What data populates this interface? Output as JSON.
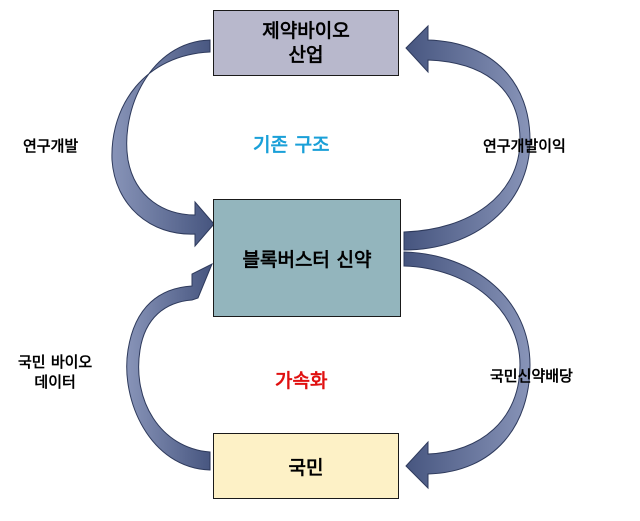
{
  "boxes": {
    "top": {
      "line1": "제약바이오",
      "line2": "산업",
      "fill": "#b8b8cc"
    },
    "center": {
      "text": "블록버스터 신약",
      "fill": "#93b5bd"
    },
    "bottom": {
      "text": "국민",
      "fill": "#fdf1c6"
    }
  },
  "labels": {
    "top_left": "연구개발",
    "top_right": "연구개발이익",
    "bottom_left_line1": "국민 바이오",
    "bottom_left_line2": "데이터",
    "bottom_right": "국민신약배당"
  },
  "center_labels": {
    "upper": {
      "text": "기존 구조",
      "color": "#1aa0d8"
    },
    "lower": {
      "text": "가속화",
      "color": "#e01010"
    }
  },
  "arrow_color": "#5a6a96"
}
